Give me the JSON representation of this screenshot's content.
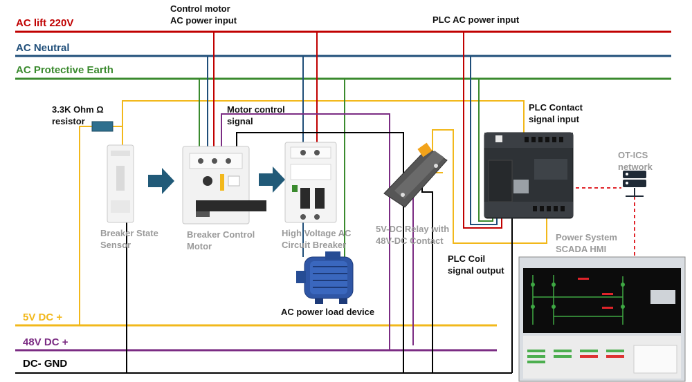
{
  "rails": {
    "ac_lift": "AC lift 220V",
    "ac_neutral": "AC Neutral",
    "ac_pe": "AC Protective Earth",
    "dc_5v": "5V DC +",
    "dc_48v": "48V DC +",
    "dc_gnd": "DC- GND"
  },
  "labels": {
    "control_motor_power": [
      "Control motor",
      "AC power input"
    ],
    "plc_ac_power": "PLC AC power input",
    "resistor": [
      "3.3K Ohm Ω",
      "resistor"
    ],
    "motor_control_signal": [
      "Motor control",
      "signal"
    ],
    "plc_contact_input": [
      "PLC Contact",
      "signal input"
    ],
    "ot_ics_network": [
      "OT-ICS",
      "network"
    ],
    "breaker_state_sensor": [
      "Breaker State",
      "Sensor"
    ],
    "breaker_control_motor": [
      "Breaker Control",
      "Motor"
    ],
    "hv_breaker": [
      "High Voltage AC",
      "Circuit Breaker"
    ],
    "relay": [
      "5V-DC Relay with",
      "48V-DC Contact"
    ],
    "scada_hmi": [
      "Power System",
      "SCADA HMI"
    ],
    "plc_coil_output": [
      "PLC Coil",
      "signal output"
    ],
    "ac_load": "AC power load device"
  },
  "colors": {
    "ac_lift": "#c00000",
    "ac_neutral": "#1f4e79",
    "ac_pe": "#3a8a2e",
    "dc_5v": "#f2b81b",
    "dc_48v": "#7b2c83",
    "dc_gnd": "#000000",
    "network": "#e0242a",
    "arrow": "#215a78"
  },
  "icons": [
    "arrow-right-icon",
    "network-switch-icon",
    "motor-icon",
    "resistor-icon",
    "plc-icon",
    "relay-icon",
    "circuit-breaker-icon",
    "sensor-icon",
    "hmi-screen-icon"
  ]
}
